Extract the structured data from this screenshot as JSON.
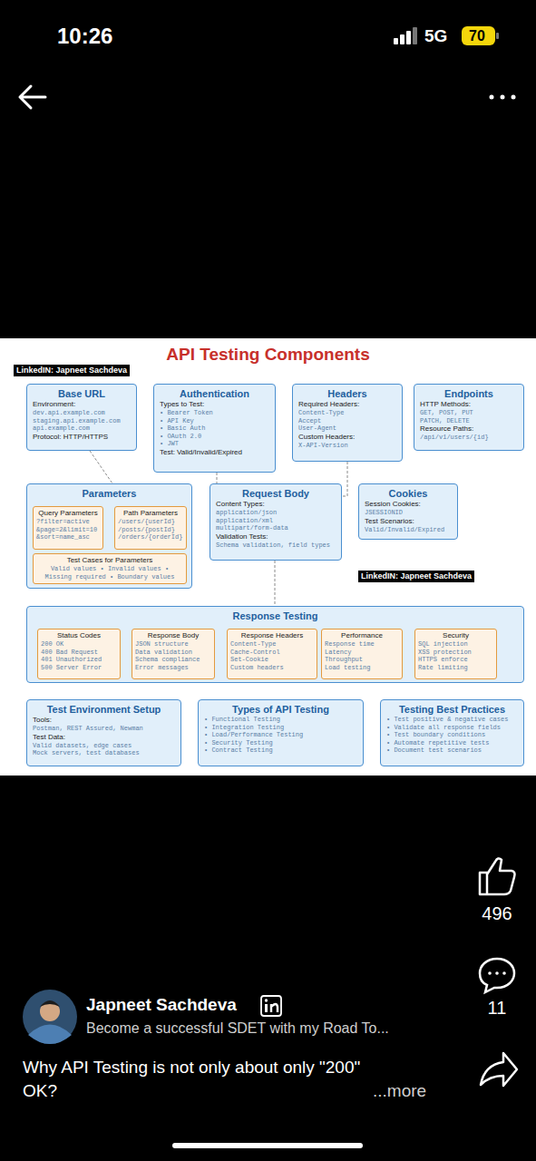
{
  "diagram": {
    "title": "API Testing Components",
    "nodes": [
      {
        "text": [
          "Base URL",
          "Environment:",
          "dev.api.example.com",
          "staging.api.example.com",
          "api.example.com",
          "Protocol: HTTP/HTTPS"
        ]
      },
      {
        "text": [
          "Authentication",
          "Types to Test:",
          "• Bearer Token",
          "• API Key",
          "• Basic Auth",
          "• OAuth 2.0",
          "• JWT",
          "Test: Valid/Invalid/Expired"
        ]
      },
      {
        "text": [
          "Headers",
          "Required Headers:",
          "Content-Type",
          "Accept",
          "User-Agent",
          "Custom Headers:",
          "X-API-Version"
        ]
      },
      {
        "text": [
          "Endpoints",
          "HTTP Methods:",
          "GET, POST, PUT",
          "PATCH, DELETE",
          "Resource Paths:",
          "/api/v1/users/{id}"
        ]
      },
      {
        "text": [
          "Parameters"
        ]
      },
      {
        "text": [
          "Query Parameters",
          "?filter=active",
          "&page=2&limit=10",
          "&sort=name_asc"
        ],
        "in": 4
      },
      {
        "text": [
          "Path Parameters",
          "/users/{userId}",
          "/posts/{postId}",
          "/orders/{orderId}"
        ],
        "in": 4
      },
      {
        "text": [
          "Test Cases for Parameters",
          "Valid values • Invalid values • Missing required • Boundary values"
        ],
        "in": 4
      },
      {
        "text": [
          "Request Body",
          "Content Types:",
          "application/json",
          "application/xml",
          "multipart/form-data",
          "Validation Tests:",
          "Schema validation, field types"
        ]
      },
      {
        "text": [
          "Cookies",
          "Session Cookies:",
          "JSESSIONID",
          "Test Scenarios:",
          "Valid/Invalid/Expired"
        ]
      },
      {
        "text": [
          "Response Testing"
        ]
      },
      {
        "text": [
          "Status Codes",
          "200 OK",
          "400 Bad Request",
          "401 Unauthorized",
          "500 Server Error"
        ],
        "in": 10
      },
      {
        "text": [
          "Response Body",
          "JSON structure",
          "Data validation",
          "Schema compliance",
          "Error messages"
        ],
        "in": 10
      },
      {
        "text": [
          "Response Headers",
          "Content-Type",
          "Cache-Control",
          "Set-Cookie",
          "Custom headers"
        ],
        "in": 10
      },
      {
        "text": [
          "Performance",
          "Response time",
          "Latency",
          "Throughput",
          "Load testing"
        ],
        "in": 10
      },
      {
        "text": [
          "Security",
          "SQL injection",
          "XSS protection",
          "HTTPS enforce",
          "Rate limiting"
        ],
        "in": 10
      },
      {
        "text": [
          "Test Environment Setup",
          "Tools:",
          "Postman, REST Assured, Newman",
          "Test Data:",
          "Valid datasets, edge cases",
          "Mock servers, test databases"
        ]
      },
      {
        "text": [
          "Types of API Testing",
          "• Functional Testing",
          "• Integration Testing",
          "• Load/Performance Testing",
          "• Security Testing",
          "• Contract Testing"
        ]
      },
      {
        "text": [
          "Testing Best Practices",
          "• Test positive & negative cases",
          "• Validate all response fields",
          "• Test boundary conditions",
          "• Automate repetitive tests",
          "• Document test scenarios"
        ]
      }
    ],
    "edges": [
      {
        "from": 0,
        "to": 4,
        "arrow": "none"
      },
      {
        "from": 1,
        "to": 8,
        "arrow": "none"
      },
      {
        "from": 2,
        "to": 8,
        "arrow": "none"
      },
      {
        "from": 8,
        "to": 10,
        "arrow": "none"
      }
    ],
    "labels": [
      "10:26",
      "5G",
      "70",
      "LinkedIN: Japneet Sachdeva",
      "LinkedIN: Japneet Sachdeva",
      "496",
      "11",
      "Japneet Sachdeva",
      "Become a successful SDET with my Road To...",
      "Why API Testing is not only about only \"200\" OK?",
      "...more"
    ]
  }
}
